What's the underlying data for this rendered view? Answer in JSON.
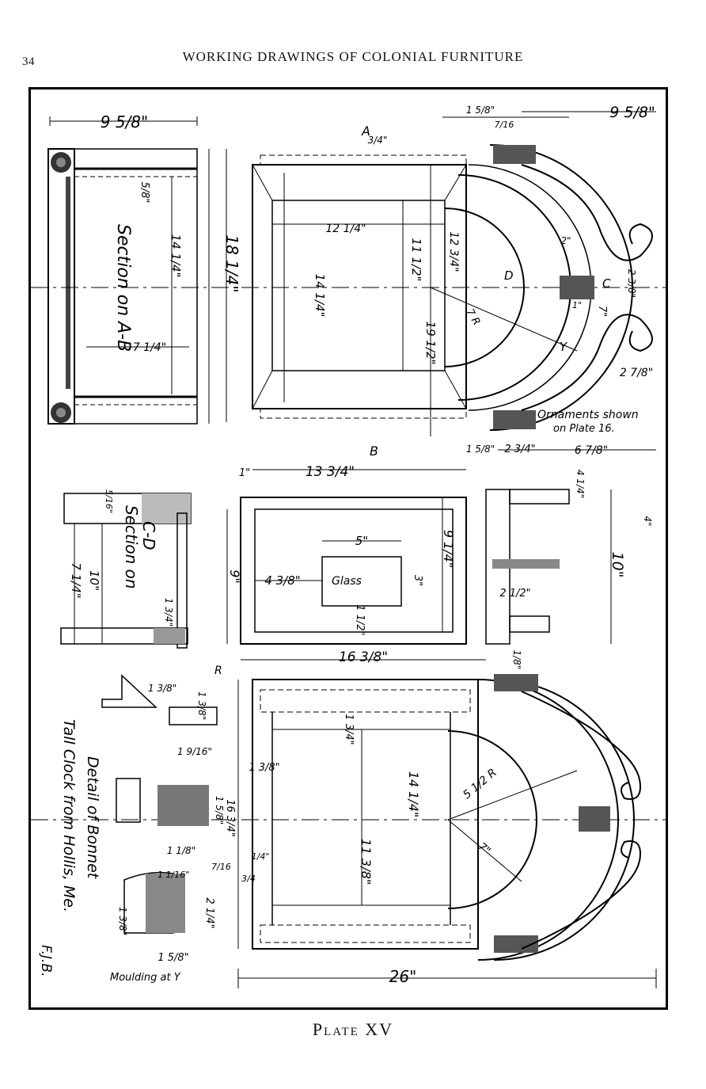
{
  "header": {
    "page_number": "34",
    "running_title": "WORKING DRAWINGS OF COLONIAL FURNITURE"
  },
  "drawing": {
    "labels": {
      "section_ab": "Section on A-B",
      "section_cd_1": "Section on",
      "section_cd_2": "C-D",
      "glass": "Glass",
      "ornaments_1": "Ornaments shown",
      "ornaments_2": "on Plate 16.",
      "moulding": "Moulding at Y",
      "title_1": "Detail of Bonnet",
      "title_2": "Tall Clock from Hollis, Me.",
      "initials": "F.J.B.",
      "letter_a": "A",
      "letter_b": "B",
      "letter_c": "C",
      "letter_d": "D",
      "letter_r": "R",
      "letter_y": "Y"
    },
    "dimensions": {
      "d_9_5_8_left": "9 5/8\"",
      "d_9_5_8_right": "9 5/8\"",
      "d_1_5_8_top": "1 5/8\"",
      "d_7_16": "7/16",
      "d_3_4_top": "3/4\"",
      "d_5_8_a": "5/8\"",
      "d_18_1_4": "18 1/4\"",
      "d_14_1_4_a": "14 1/4\"",
      "d_14_1_4_b": "14 1/4\"",
      "d_14_1_4_c": "14 1/4\"",
      "d_12_1_4": "12 1/4\"",
      "d_11_1_2": "11 1/2\"",
      "d_12_3_4": "12 3/4\"",
      "d_19_1_2": "19 1/2\"",
      "d_7_r": "7 R",
      "d_7_1_4": "7 1/4\"",
      "d_2": "2\"",
      "d_2_3_8": "2 3/8\"",
      "d_2_7_8": "2 7/8\"",
      "d_7": "7\"",
      "d_1": "1\"",
      "d_1_5_8_mid": "1 5/8\"",
      "d_2_3_4": "2 3/4\"",
      "d_6_7_8": "6 7/8\"",
      "d_1_top": "1\"",
      "d_13_3_4": "13 3/4\"",
      "d_5": "5\"",
      "d_4_3_8": "4 3/8\"",
      "d_3": "3\"",
      "d_9_1_4": "9 1/4\"",
      "d_9": "9\"",
      "d_1_1_2": "1 1/2\"",
      "d_10": "10\"",
      "d_4_1_4": "4 1/4\"",
      "d_4": "4\"",
      "d_2_1_2": "2 1/2\"",
      "d_16_3_8": "16 3/8\"",
      "d_1_8": "1/8\"",
      "d_10_b": "10\"",
      "d_7_1_4_b": "7 1/4\"",
      "d_1_3_4": "1 3/4\"",
      "d_5_16": "5/16\"",
      "d_1_3_8_a": "1 3/8\"",
      "d_1_3_8_b": "1 3/8\"",
      "d_1_9_16": "1 9/16\"",
      "d_16_3_4": "16 3/4\"",
      "d_1_5_8_low": "1 5/8\"",
      "d_1_1_8": "1 1/8\"",
      "d_7_16_b": "7/16",
      "d_3_4_b": "3/4",
      "d_1_4": "1/4\"",
      "d_2_1_4": "2 1/4\"",
      "d_1_1_16": "1 1/16\"",
      "d_1_3_8_c": "1 3/8\"",
      "d_1_5_8_bot": "1 5/8\"",
      "d_5_1_2_r": "5 1/2 R",
      "d_7_b": "7\"",
      "d_11_3_8": "11 3/8\"",
      "d_1_3_4_b": "1 3/4\"",
      "d_26": "26\""
    }
  },
  "footer": {
    "caption": "Plate XV"
  }
}
